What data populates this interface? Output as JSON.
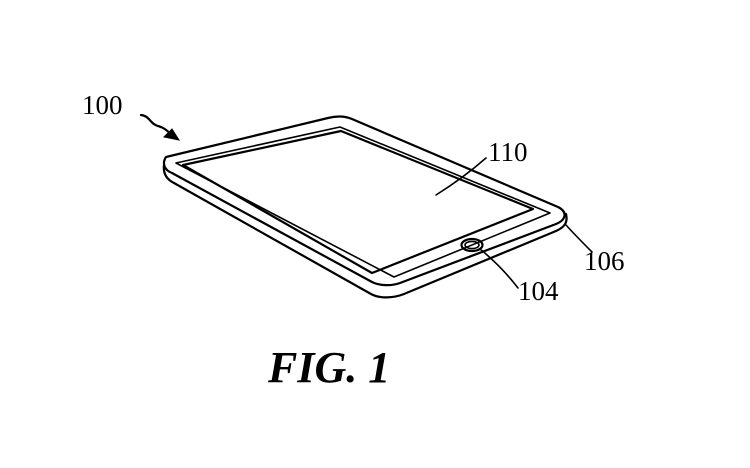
{
  "figure": {
    "caption": "FIG. 1",
    "reference_numerals": {
      "device": "100",
      "display": "110",
      "button": "104",
      "housing": "106"
    },
    "ink_color": "#000000",
    "background_color": "#ffffff"
  }
}
